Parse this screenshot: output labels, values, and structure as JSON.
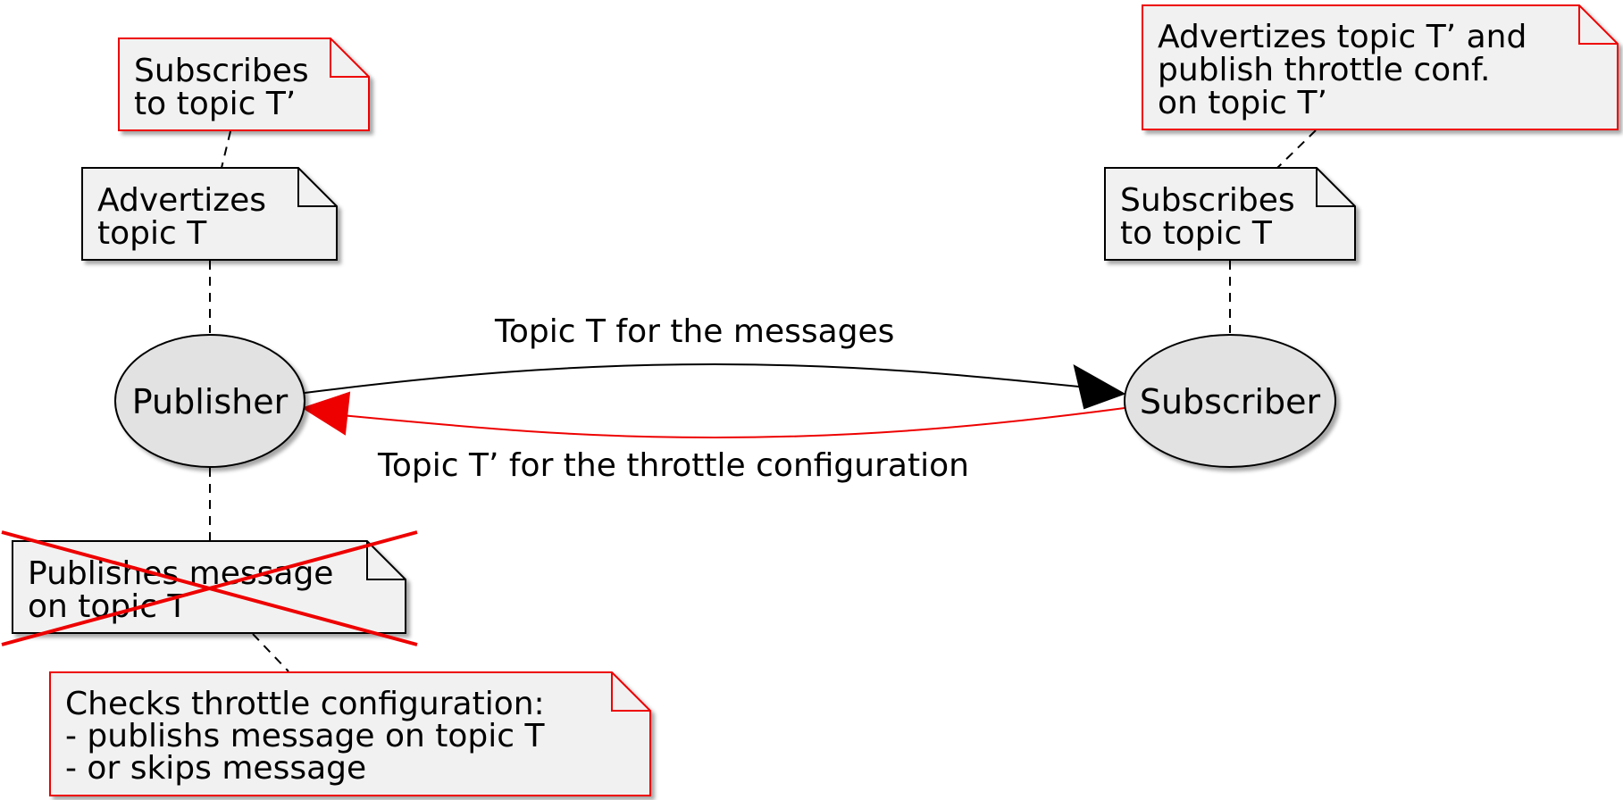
{
  "colors": {
    "note_fill": "#f1f1f1",
    "note_border_black": "#000000",
    "note_border_red": "#ee0000",
    "node_fill": "#e2e2e2",
    "accent_red": "#ee0000",
    "arrow_black": "#000000"
  },
  "nodes": {
    "publisher": "Publisher",
    "subscriber": "Subscriber"
  },
  "edges": {
    "messages_topic": "Topic T for the messages",
    "throttle_topic": "Topic T’ for the throttle configuration"
  },
  "notes": {
    "publisher_subscribes": [
      "Subscribes",
      "to topic T’"
    ],
    "publisher_advertizes": [
      "Advertizes",
      "topic T"
    ],
    "publisher_publishes_crossed": [
      "Publishes message",
      "on topic T"
    ],
    "publisher_checks": [
      "Checks throttle configuration:",
      "- publishs message on topic T",
      "- or skips message"
    ],
    "subscriber_advertizes": [
      "Advertizes topic T’ and",
      "publish throttle conf.",
      "on topic T’"
    ],
    "subscriber_subscribes": [
      "Subscribes",
      "to topic T"
    ]
  }
}
